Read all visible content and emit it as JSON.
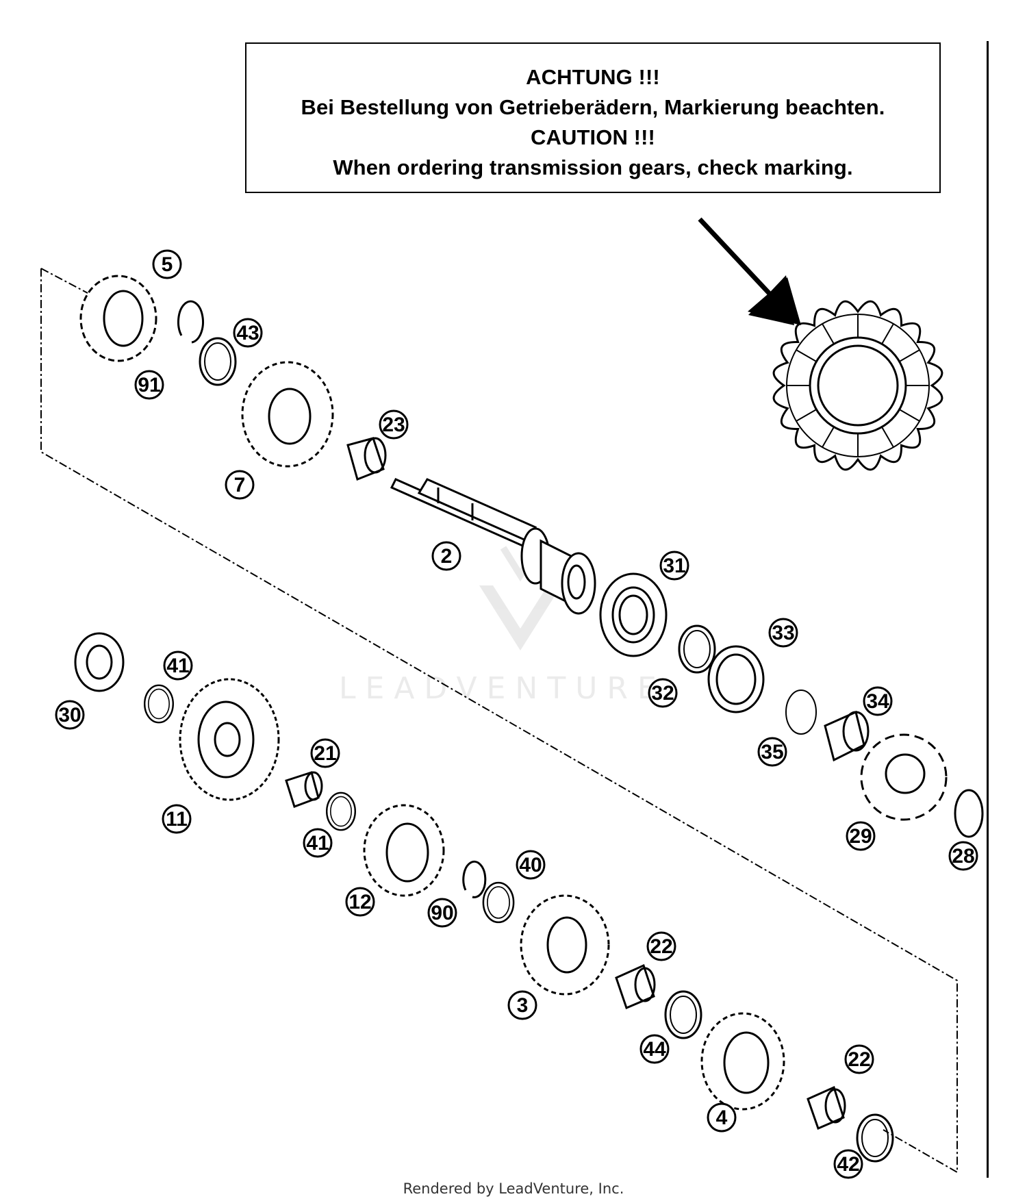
{
  "notice": {
    "line1": "ACHTUNG !!!",
    "line2": "Bei Bestellung von Getrieberädern, Markierung beachten.",
    "line3": "CAUTION !!!",
    "line4": "When ordering transmission gears, check marking."
  },
  "watermark": "LEADVENTURE",
  "footer": "Rendered by LeadVenture, Inc.",
  "callouts": [
    "5",
    "91",
    "43",
    "7",
    "23",
    "2",
    "31",
    "32",
    "33",
    "35",
    "34",
    "29",
    "28",
    "30",
    "41",
    "11",
    "21",
    "41",
    "12",
    "90",
    "40",
    "3",
    "22",
    "44",
    "4",
    "22",
    "42"
  ]
}
